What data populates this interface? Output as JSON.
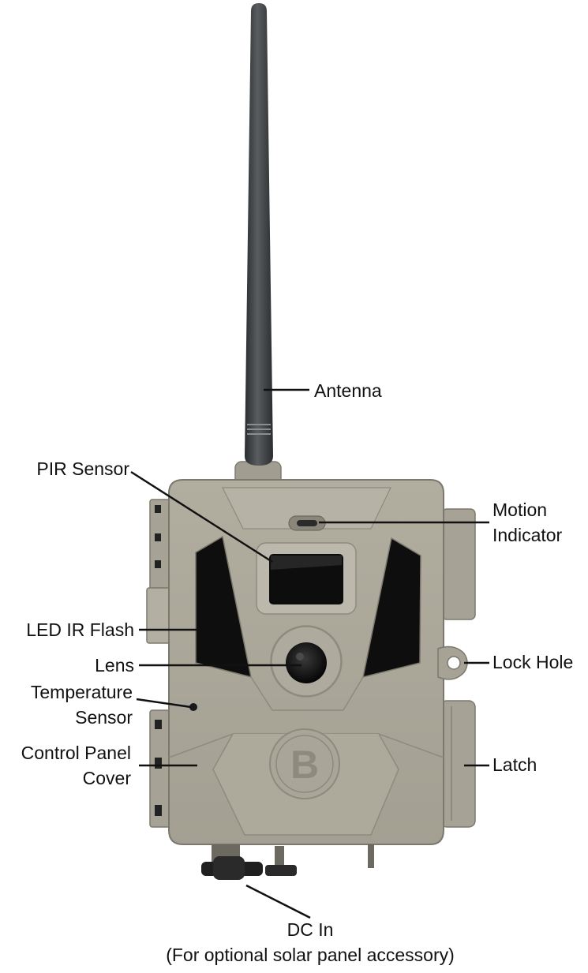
{
  "labels": {
    "antenna": "Antenna",
    "pir_sensor": "PIR Sensor",
    "motion_indicator": [
      "Motion",
      "Indicator"
    ],
    "led_ir_flash": "LED IR Flash",
    "lens": "Lens",
    "lock_hole": "Lock Hole",
    "temperature_sensor": [
      "Temperature",
      "Sensor"
    ],
    "control_panel_cover": [
      "Control Panel",
      "Cover"
    ],
    "latch": "Latch",
    "dc_in": [
      "DC In",
      "(For optional solar panel accessory)"
    ]
  },
  "logo": {
    "letter": "B"
  },
  "colors": {
    "body": "#a9a598",
    "body_dark": "#8e8a7e",
    "body_light": "#bdb9ad",
    "window": "#111111",
    "antenna": "#3c3e40"
  }
}
